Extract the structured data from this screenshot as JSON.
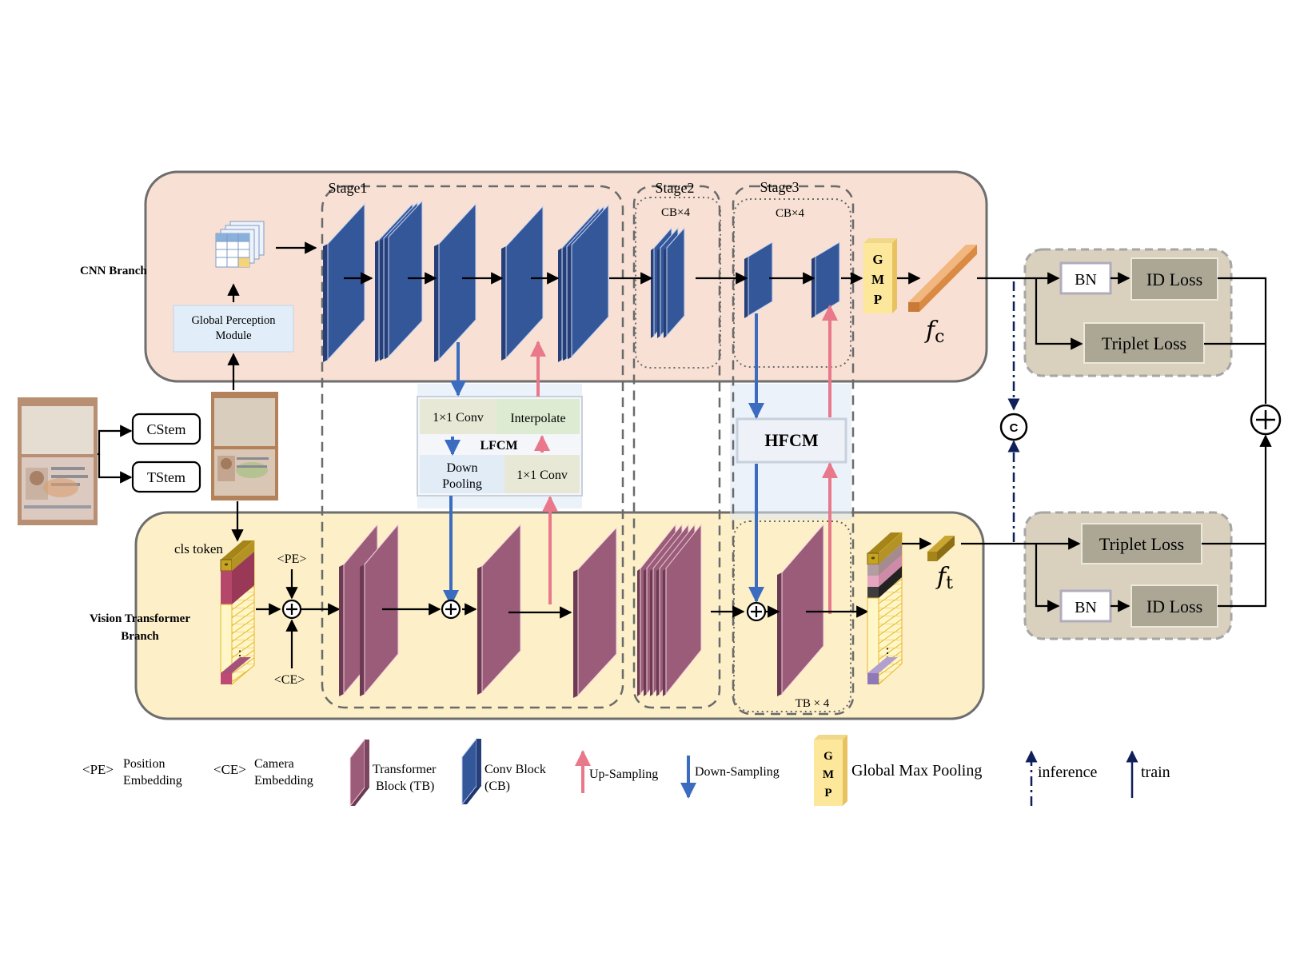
{
  "branches": {
    "cnn": "CNN Branch",
    "vit_line1": "Vision Transformer",
    "vit_line2": "Branch"
  },
  "stages": {
    "stage1": "Stage1",
    "stage2": "Stage2",
    "stage3": "Stage3",
    "cb_x4_stage2": "CB×4",
    "cb_x4_stage3": "CB×4",
    "tb_x4": "TB × 4"
  },
  "inputs": {
    "cstem": "CStem",
    "tstem": "TStem",
    "gpm_line1": "Global Perception",
    "gpm_line2": "Module",
    "cls_token": "cls token",
    "pe": "<PE>",
    "ce": "<CE>"
  },
  "lfcm": {
    "title": "LFCM",
    "conv_top": "1×1 Conv",
    "interpolate": "Interpolate",
    "down_line1": "Down",
    "down_line2": "Pooling",
    "conv_bottom": "1×1 Conv"
  },
  "hfcm": {
    "title": "HFCM"
  },
  "gmp": {
    "g": "G",
    "m": "M",
    "p": "P"
  },
  "features": {
    "fc_base": "f",
    "fc_sub": "c",
    "ft_base": "f",
    "ft_sub": "t"
  },
  "heads": {
    "cnn_bn": "BN",
    "cnn_id_loss": "ID Loss",
    "cnn_triplet_loss": "Triplet Loss",
    "vit_triplet_loss": "Triplet Loss",
    "vit_bn": "BN",
    "vit_id_loss": "ID Loss",
    "concat_symbol": "C"
  },
  "legend": {
    "pe_tag": "<PE>",
    "pe_line1": "Position",
    "pe_line2": "Embedding",
    "ce_tag": "<CE>",
    "ce_line1": "Camera",
    "ce_line2": "Embedding",
    "tb_line1": "Transformer",
    "tb_line2": "Block (TB)",
    "cb_line1": "Conv Block",
    "cb_line2": "(CB)",
    "up": "Up-Sampling",
    "down": "Down-Sampling",
    "gmp_label": "Global Max Pooling",
    "inference": "inference",
    "train": "train"
  },
  "colors": {
    "cnn_bg": "#f8e1d4",
    "vit_bg": "#fdf0c8",
    "conv_block": "#34579a",
    "transformer_block": "#9a5c78",
    "up_arrow": "#e8788a",
    "down_arrow": "#3b6cc0",
    "loss_panel": "#d9d0be",
    "loss_box": "#aca795",
    "gmp": "#fce79a",
    "fc_bar": "#d98a44",
    "ft_bar": "#a5851a"
  }
}
